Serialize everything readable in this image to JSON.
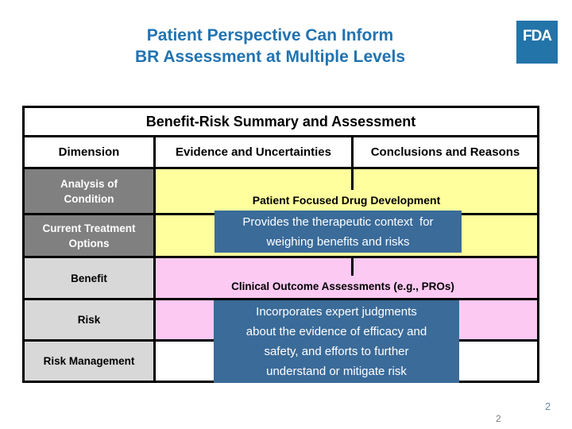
{
  "slide": {
    "title": "Patient Perspective Can Inform\nBR Assessment at Multiple Levels",
    "page_number": "2",
    "page_number_secondary": "2"
  },
  "logo": {
    "text": "FDA"
  },
  "table": {
    "title": "Benefit-Risk Summary and Assessment",
    "columns": [
      "Dimension",
      "Evidence and Uncertainties",
      "Conclusions and Reasons"
    ],
    "rows": [
      {
        "label": "Analysis of Condition"
      },
      {
        "label": "Current Treatment Options"
      },
      {
        "label": "Benefit"
      },
      {
        "label": "Risk"
      },
      {
        "label": "Risk Management"
      }
    ]
  },
  "overlays": {
    "pfdd_label": "Patient Focused Drug Development",
    "pfdd_note": "Provides the therapeutic context  for\nweighing benefits and risks",
    "coa_label": "Clinical Outcome Assessments (e.g., PROs)",
    "coa_note": "Incorporates expert judgments\nabout the evidence of efficacy and\nsafety, and efforts to further\nunderstand or mitigate risk"
  },
  "colors": {
    "title_blue": "#2173B1",
    "logo_blue": "#2374A9",
    "dark_gray_row": "#808080",
    "light_gray_row": "#D8D8D8",
    "yellow_band": "#FFFF9E",
    "pink_band": "#FCC9F3",
    "note_blue": "#3A6B99",
    "border_black": "#000000"
  }
}
